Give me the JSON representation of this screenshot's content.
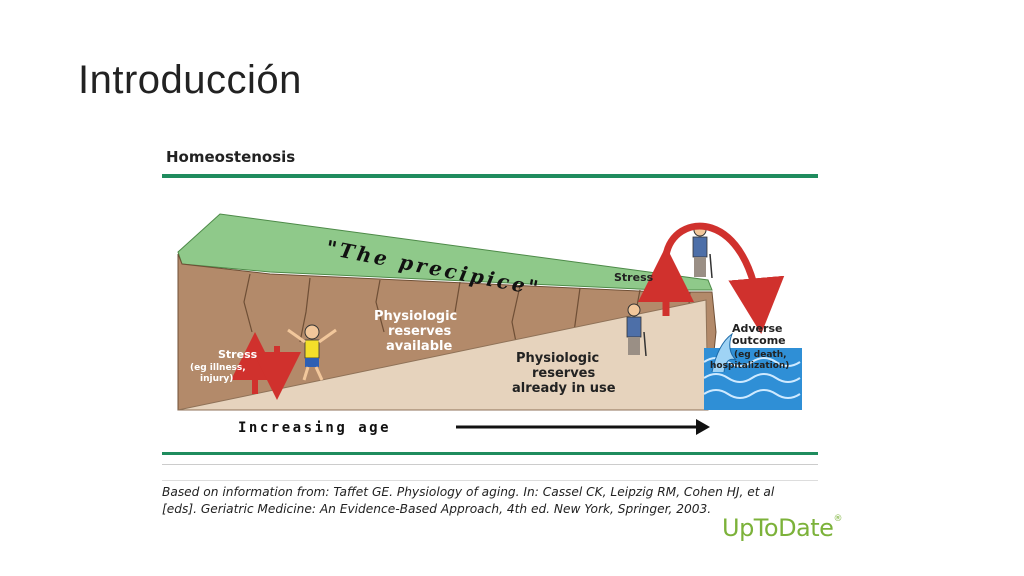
{
  "slide": {
    "title": "Introducción"
  },
  "figure": {
    "title": "Homeostenosis",
    "labels": {
      "precipice": "\"The precipice\"",
      "stress": "Stress",
      "stress_detail_1": "(eg illness,",
      "stress_detail_2": "injury)",
      "reserves_available_1": "Physiologic",
      "reserves_available_2": "reserves",
      "reserves_available_3": "available",
      "reserves_in_use_1": "Physiologic",
      "reserves_in_use_2": "reserves",
      "reserves_in_use_3": "already in use",
      "stress_top": "Stress",
      "adverse_1": "Adverse",
      "adverse_2": "outcome",
      "adverse_3": "(eg death,",
      "adverse_4": "hospitalization)",
      "increasing_age": "Increasing age"
    },
    "colors": {
      "grass": "#8fc98a",
      "earth": "#b38a6a",
      "slope": "#e6d3bd",
      "arrow_red": "#d0312d",
      "water": "#2f8fd6",
      "accent_green": "#1f8c5e"
    },
    "citation": "Based on information from: Taffet GE. Physiology of aging. In: Cassel CK, Leipzig RM, Cohen HJ, et al [eds]. Geriatric Medicine: An Evidence-Based Approach, 4th ed. New York, Springer, 2003.",
    "logo": "UpToDate",
    "logo_mark": "®"
  }
}
